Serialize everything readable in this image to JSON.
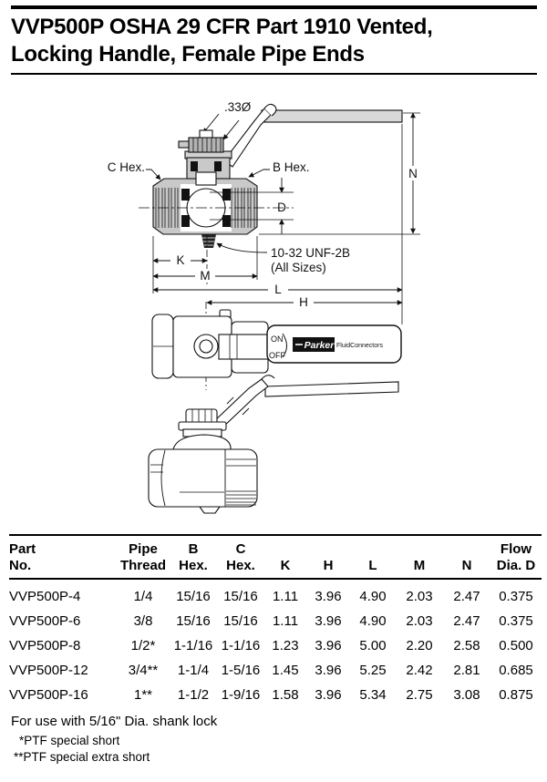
{
  "header": {
    "title_line1": "VVP500P OSHA 29 CFR Part 1910 Vented,",
    "title_line2": "Locking Handle, Female Pipe Ends"
  },
  "diagram": {
    "dia_label": ".33Ø",
    "c_hex": "C Hex.",
    "b_hex": "B Hex.",
    "dim_n": "N",
    "dim_d": "D",
    "dim_k": "K",
    "dim_m": "M",
    "dim_l": "L",
    "dim_h": "H",
    "vent_thread_line1": "10-32 UNF-2B",
    "vent_thread_line2": "(All Sizes)",
    "handle_on": "ON",
    "handle_off": "OFF",
    "brand": "Parker",
    "brand_suffix": "FluidConnectors"
  },
  "table": {
    "header_top": [
      "Part",
      "Pipe",
      "B",
      "C",
      "",
      "",
      "",
      "",
      "",
      "Flow"
    ],
    "header_bottom": [
      "No.",
      "Thread",
      "Hex.",
      "Hex.",
      "K",
      "H",
      "L",
      "M",
      "N",
      "Dia. D"
    ],
    "rows": [
      [
        "VVP500P-4",
        "1/4",
        "15/16",
        "15/16",
        "1.11",
        "3.96",
        "4.90",
        "2.03",
        "2.47",
        "0.375"
      ],
      [
        "VVP500P-6",
        "3/8",
        "15/16",
        "15/16",
        "1.11",
        "3.96",
        "4.90",
        "2.03",
        "2.47",
        "0.375"
      ],
      [
        "VVP500P-8",
        "1/2*",
        "1-1/16",
        "1-1/16",
        "1.23",
        "3.96",
        "5.00",
        "2.20",
        "2.58",
        "0.500"
      ],
      [
        "VVP500P-12",
        "3/4**",
        "1-1/4",
        "1-5/16",
        "1.45",
        "3.96",
        "5.25",
        "2.42",
        "2.81",
        "0.685"
      ],
      [
        "VVP500P-16",
        "1**",
        "1-1/2",
        "1-9/16",
        "1.58",
        "3.96",
        "5.34",
        "2.75",
        "3.08",
        "0.875"
      ]
    ]
  },
  "notes": {
    "usage": "For use with 5/16\" Dia. shank lock",
    "footnote_single": "*PTF special short",
    "footnote_double": "**PTF special extra short"
  },
  "colors": {
    "body_gray": "#c9c9c9",
    "handle_gray": "#d9d9d9",
    "ink": "#000000"
  }
}
